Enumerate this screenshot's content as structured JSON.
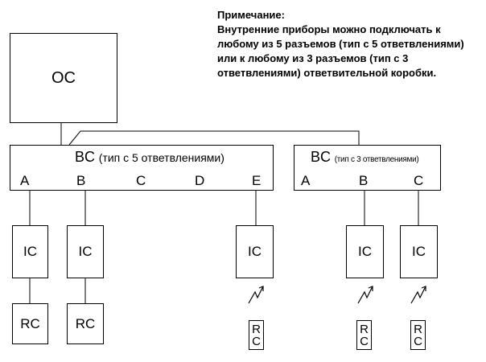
{
  "note": {
    "title": "Примечание:",
    "body": "Внутренние приборы можно подключать к любому из 5 разъемов (тип с 5 ответвлениями) или к любому из 3 разъемов (тип с 3 ответвлениями) ответвительной коробки."
  },
  "oc": {
    "label": "OC"
  },
  "bc5": {
    "label": "BC",
    "sublabel": "(тип с 5 ответвлениями)",
    "ports": [
      "A",
      "B",
      "C",
      "D",
      "E"
    ]
  },
  "bc3": {
    "label": "BC",
    "sublabel": "(тип с 3 ответвлениями)",
    "ports": [
      "A",
      "B",
      "C"
    ]
  },
  "ic_label": "IC",
  "rc_label": "RC",
  "rc_wireless": {
    "line1": "R",
    "line2": "C"
  }
}
